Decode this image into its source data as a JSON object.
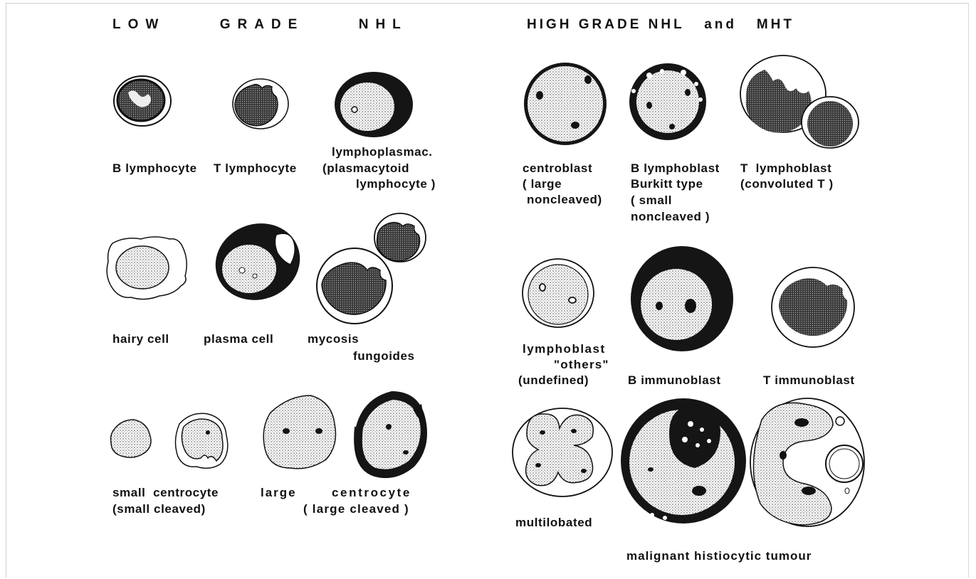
{
  "headings": {
    "low_grade": "LOW     GRADE     NHL",
    "high_grade": "HIGH GRADE NHL   and   MHT"
  },
  "labels": {
    "b_lymphocyte": "B lymphocyte",
    "t_lymphocyte": "T lymphocyte",
    "lymphoplasmac_1": "lymphoplasmac.",
    "lymphoplasmac_2": "(plasmacytoid",
    "lymphoplasmac_3": "lymphocyte )",
    "hairy_cell": "hairy cell",
    "plasma_cell": "plasma cell",
    "mycosis": "mycosis",
    "fungoides": "fungoides",
    "small_centrocyte_1": "small  centrocyte",
    "small_centrocyte_2": "(small cleaved)",
    "large": "large",
    "centrocyte": "centrocyte",
    "large_cleaved": "( large cleaved )",
    "centroblast_1": "centroblast",
    "centroblast_2": "( large",
    "centroblast_3": "noncleaved)",
    "b_lymphoblast_1": "B lymphoblast",
    "b_lymphoblast_2": "Burkitt type",
    "b_lymphoblast_3": "( small",
    "b_lymphoblast_4": "noncleaved )",
    "t_lymphoblast_1": "T  lymphoblast",
    "t_lymphoblast_2": "(convoluted T )",
    "lymphoblast_others_1": "lymphoblast",
    "lymphoblast_others_2": "\"others\"",
    "lymphoblast_others_3": "(undefined)",
    "b_immunoblast": "B immunoblast",
    "t_immunoblast": "T immunoblast",
    "multilobated": "multilobated",
    "malignant_histiocytic": "malignant histiocytic tumour"
  },
  "colors": {
    "ink": "#111111",
    "stipple": "#9a9a9a",
    "background": "#ffffff"
  }
}
